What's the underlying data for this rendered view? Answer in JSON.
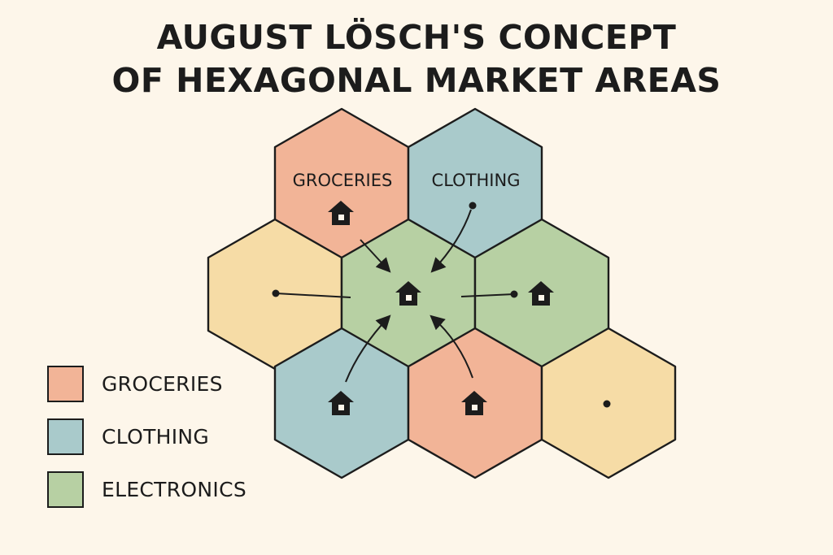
{
  "title": {
    "line1": "AUGUST LÖSCH'S CONCEPT",
    "line2": "OF HEXAGONAL MARKET AREAS"
  },
  "colors": {
    "background": "#fdf6ea",
    "groceries": "#f2b497",
    "clothing": "#a9cacb",
    "electronics": "#b7d0a3",
    "neutral": "#f6dca6",
    "outline": "#1c1c1c"
  },
  "hexagons": [
    {
      "id": "top-left",
      "market": "groceries",
      "label": "GROCERIES",
      "marker": "house-icon"
    },
    {
      "id": "top-right",
      "market": "clothing",
      "label": "CLOTHING",
      "marker": "dot"
    },
    {
      "id": "middle-left",
      "market": "neutral",
      "label": "",
      "marker": "dot"
    },
    {
      "id": "center",
      "market": "electronics",
      "label": "",
      "marker": "house-icon"
    },
    {
      "id": "middle-right",
      "market": "electronics",
      "label": "",
      "marker": "house-icon"
    },
    {
      "id": "bottom-left",
      "market": "clothing",
      "label": "",
      "marker": "house-icon"
    },
    {
      "id": "bottom-middle",
      "market": "groceries",
      "label": "",
      "marker": "house-icon"
    },
    {
      "id": "bottom-right",
      "market": "neutral",
      "label": "",
      "marker": "dot"
    }
  ],
  "legend": [
    {
      "label": "GROCERIES",
      "color": "#f2b497"
    },
    {
      "label": "CLOTHING",
      "color": "#a9cacb"
    },
    {
      "label": "ELECTRONICS",
      "color": "#b7d0a3"
    }
  ]
}
